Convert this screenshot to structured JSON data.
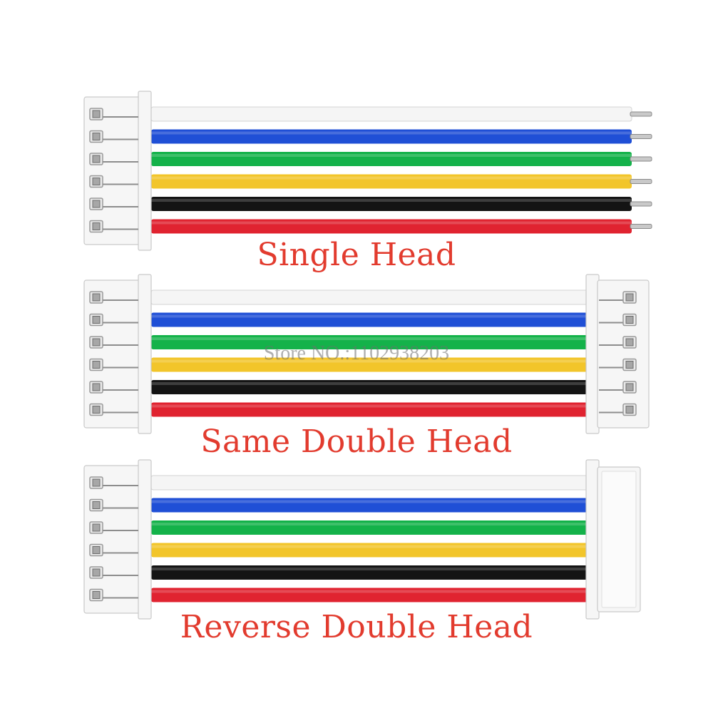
{
  "captions": {
    "single": "Single Head",
    "same_double": "Same Double Head",
    "reverse_double": "Reverse Double Head"
  },
  "watermark": "Store NO.:1102938203",
  "wire_colors": [
    "#f5f5f5",
    "#1f4fd6",
    "#14b24a",
    "#f2c52a",
    "#141414",
    "#e02330"
  ],
  "colors": {
    "caption": "#e23b2e",
    "watermark": "#6f6f6f",
    "connector": "#f6f6f6",
    "connector_edge": "#c9c9c9",
    "pin": "#b8b8b8"
  }
}
